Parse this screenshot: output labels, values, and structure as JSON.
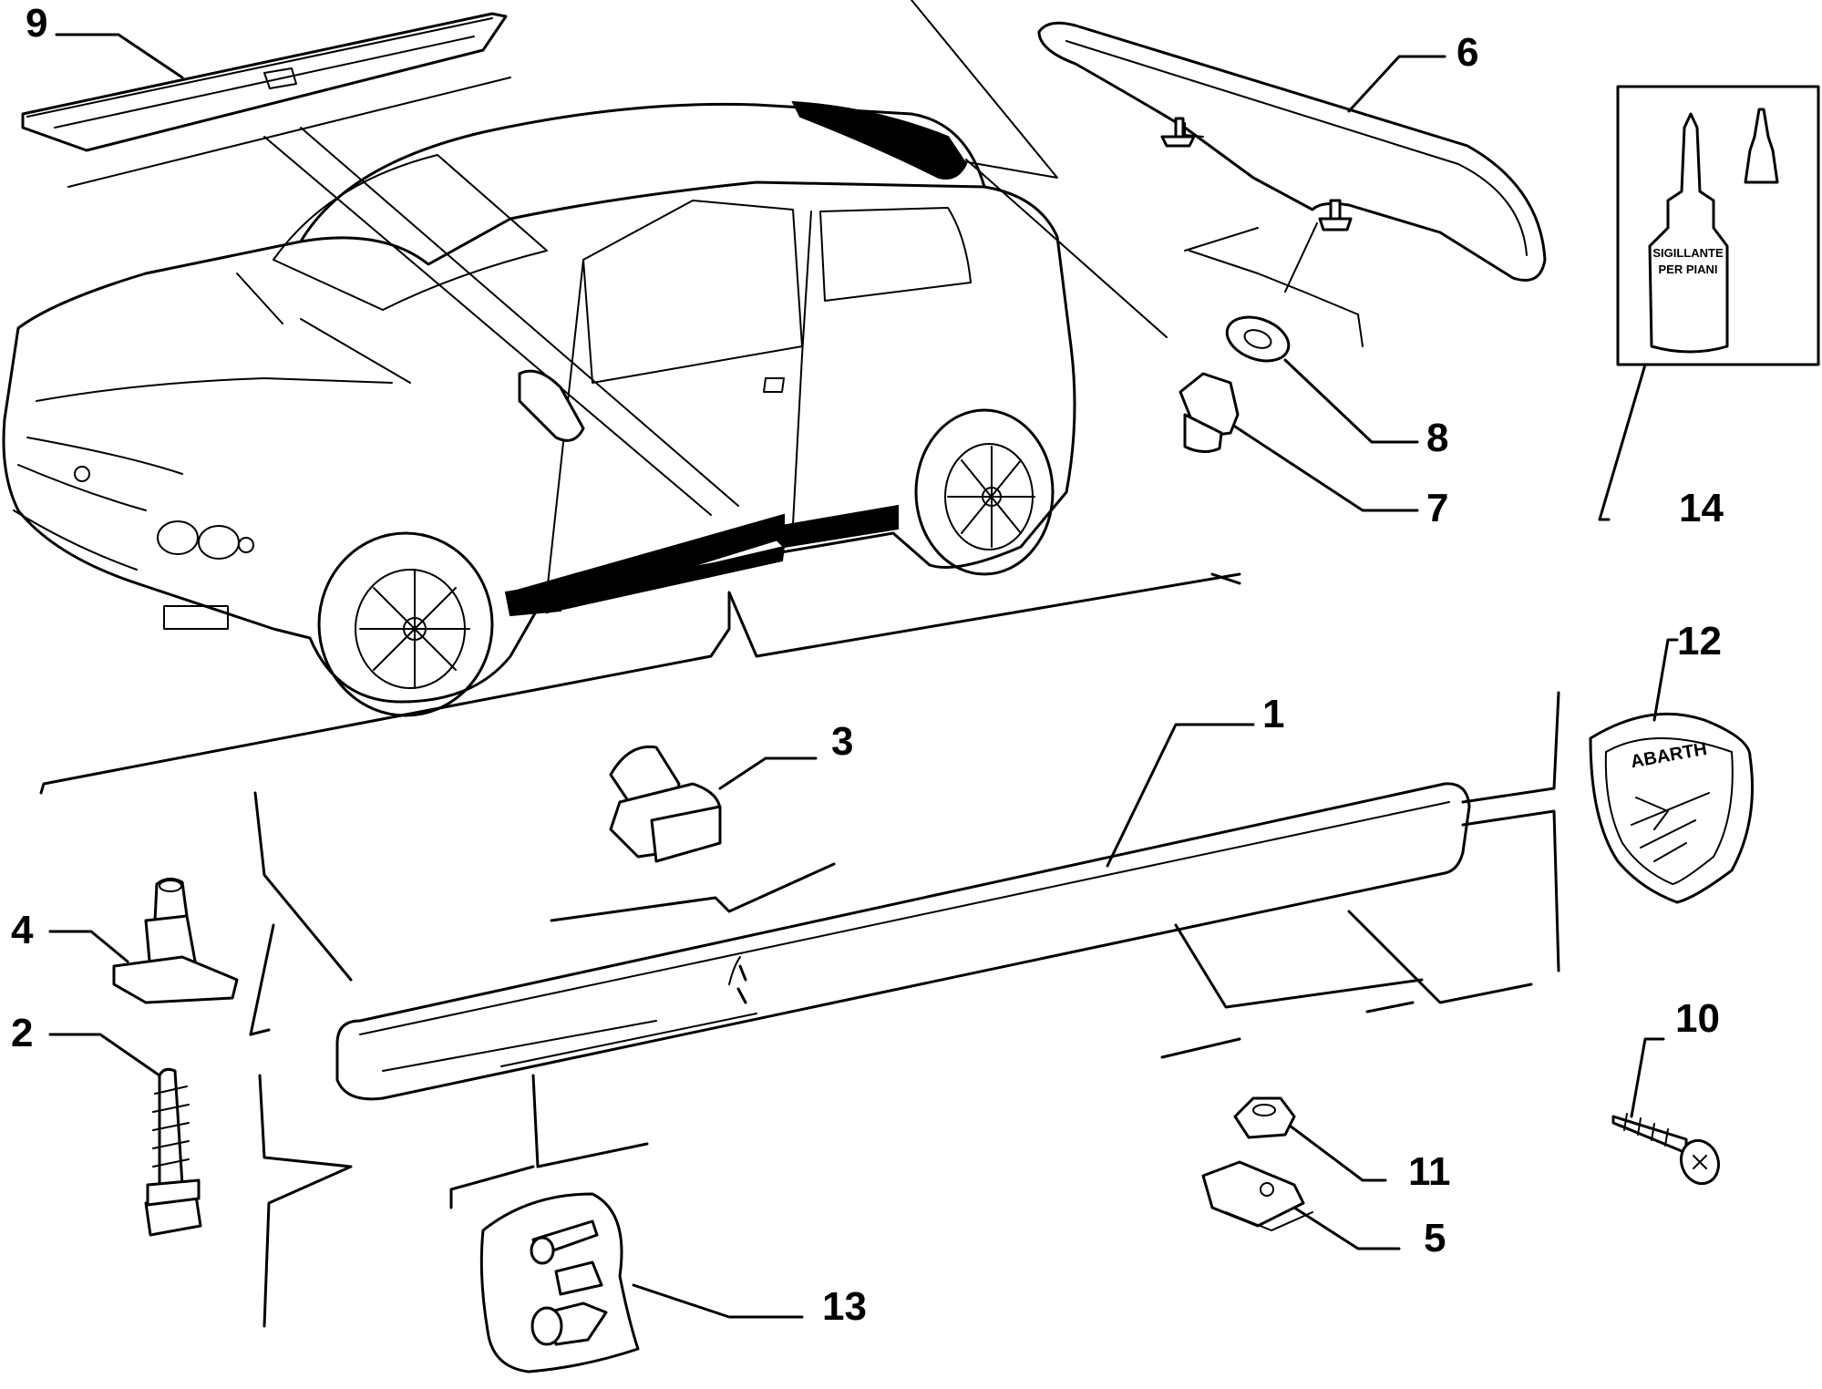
{
  "callouts": [
    {
      "id": "1",
      "label": "1"
    },
    {
      "id": "2",
      "label": "2"
    },
    {
      "id": "3",
      "label": "3"
    },
    {
      "id": "4",
      "label": "4"
    },
    {
      "id": "5",
      "label": "5"
    },
    {
      "id": "6",
      "label": "6"
    },
    {
      "id": "7",
      "label": "7"
    },
    {
      "id": "8",
      "label": "8"
    },
    {
      "id": "9",
      "label": "9"
    },
    {
      "id": "10",
      "label": "10"
    },
    {
      "id": "11",
      "label": "11"
    },
    {
      "id": "12",
      "label": "12"
    },
    {
      "id": "13",
      "label": "13"
    },
    {
      "id": "14",
      "label": "14"
    }
  ],
  "sealant_label": {
    "line1": "SIGILLANTE",
    "line2": "PER PIANI"
  },
  "emblem_text": "ABARTH"
}
